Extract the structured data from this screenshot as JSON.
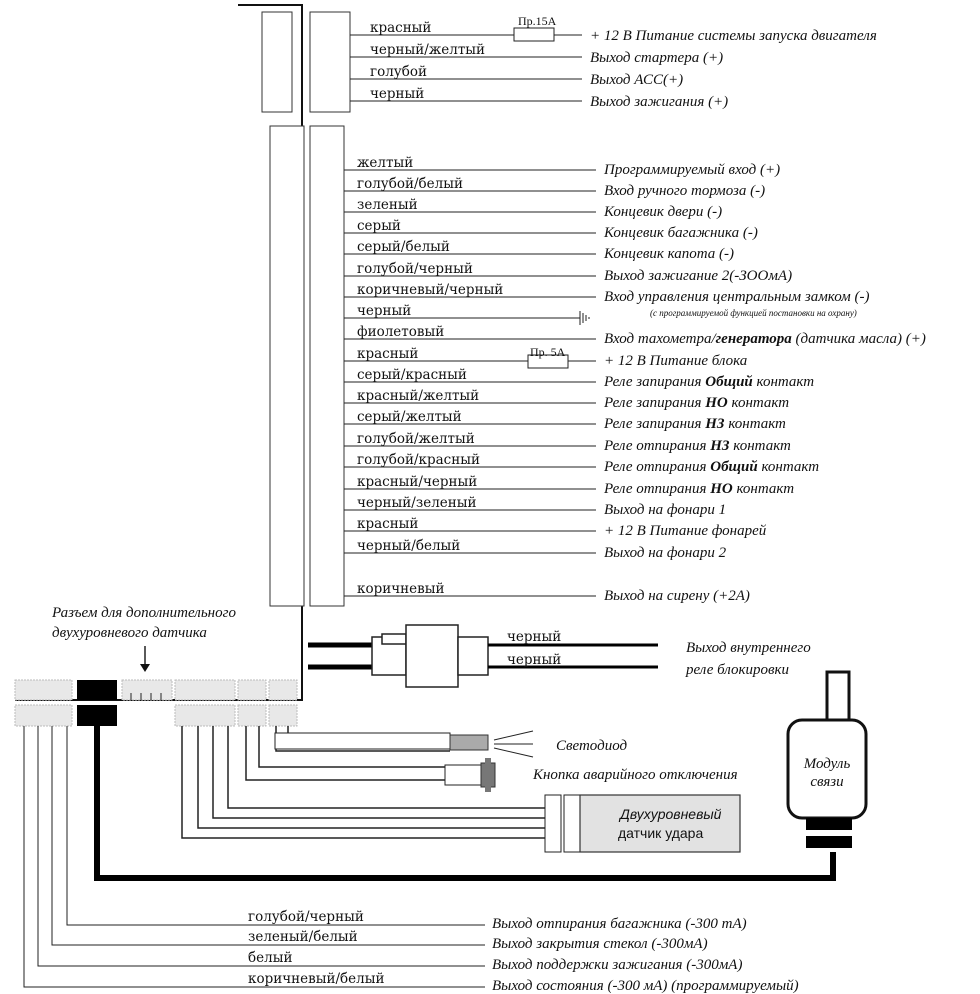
{
  "top_group": {
    "wires": [
      {
        "color": "красный",
        "description": "+ 12 В Питание системы запуска двигателя",
        "fuse": "Пр.15А"
      },
      {
        "color": "черный/желтый",
        "description": "Выход стартера (+)"
      },
      {
        "color": "голубой",
        "description": "Выход  АСС(+)"
      },
      {
        "color": "черный",
        "description": "Выход зажигания (+)"
      }
    ]
  },
  "main_group": {
    "wires": [
      {
        "color": "желтый",
        "description": [
          {
            "t": "Программируемый вход (+)"
          }
        ]
      },
      {
        "color": "голубой/белый",
        "description": [
          {
            "t": "Вход ручного тормоза (-)"
          }
        ]
      },
      {
        "color": "зеленый",
        "description": [
          {
            "t": "Концевик двери (-)"
          }
        ]
      },
      {
        "color": "серый",
        "description": [
          {
            "t": "Концевик багажника (-)"
          }
        ]
      },
      {
        "color": "серый/белый",
        "description": [
          {
            "t": "Концевик капота (-)"
          }
        ]
      },
      {
        "color": "голубой/черный",
        "description": [
          {
            "t": "Выход зажигание 2(-ЗООмА)"
          }
        ]
      },
      {
        "color": "коричневый/черный",
        "description": [
          {
            "t": "Вход управления центральным замком (-)"
          }
        ],
        "note": "(с программируемой функцией постановки на охрану)"
      },
      {
        "color": "черный",
        "description": [],
        "ground": true
      },
      {
        "color": "фиолетовый",
        "description": [
          {
            "t": "Вход тахометра/"
          },
          {
            "t": "генератора",
            "b": true
          },
          {
            "t": " (датчика масла) (+)"
          }
        ]
      },
      {
        "color": "красный",
        "description": [
          {
            "t": "+ 12 В Питание блока"
          }
        ],
        "fuse": "Пр. 5А"
      },
      {
        "color": "серый/красный",
        "description": [
          {
            "t": "Реле запирания "
          },
          {
            "t": "Общий",
            "b": true
          },
          {
            "t": " контакт"
          }
        ]
      },
      {
        "color": "красный/желтый",
        "description": [
          {
            "t": "Реле запирания "
          },
          {
            "t": "НО",
            "b": true
          },
          {
            "t": " контакт"
          }
        ]
      },
      {
        "color": "серый/желтый",
        "description": [
          {
            "t": "Реле запирания "
          },
          {
            "t": "НЗ",
            "b": true
          },
          {
            "t": " контакт"
          }
        ]
      },
      {
        "color": "голубой/желтый",
        "description": [
          {
            "t": "Реле отпирания "
          },
          {
            "t": "НЗ",
            "b": true
          },
          {
            "t": " контакт"
          }
        ]
      },
      {
        "color": "голубой/красный",
        "description": [
          {
            "t": "Реле отпирания "
          },
          {
            "t": "Общий",
            "b": true
          },
          {
            "t": " контакт"
          }
        ]
      },
      {
        "color": "красный/черный",
        "description": [
          {
            "t": "Реле отпирания "
          },
          {
            "t": "НО",
            "b": true
          },
          {
            "t": " контакт"
          }
        ]
      },
      {
        "color": "черный/зеленый",
        "description": [
          {
            "t": "Выход на фонари 1"
          }
        ]
      },
      {
        "color": "красный",
        "description": [
          {
            "t": "+ 12 В Питание фонарей"
          }
        ]
      },
      {
        "color": "черный/белый",
        "description": [
          {
            "t": "Выход на фонари 2"
          }
        ]
      },
      {
        "color": "коричневый",
        "description": [
          {
            "t": "Выход на сирену (+2А)"
          }
        ]
      }
    ]
  },
  "relay": {
    "wires": [
      "черный",
      "черный"
    ],
    "description_line1": "Выход внутреннего",
    "description_line2": "реле блокировки"
  },
  "aux_connector": {
    "line1": "Разъем для дополнительного",
    "line2": "двухуровневого датчика"
  },
  "peripherals": {
    "led": "Светодиод",
    "button": "Кнопка аварийного отключения",
    "shock_sensor_line1": "Двухуровневый",
    "shock_sensor_line2": "датчик удара",
    "module_line1": "Модуль",
    "module_line2": "связи"
  },
  "bottom_group": {
    "wires": [
      {
        "color": "голубой/черный",
        "description": "Выход отпирания багажника (-300 тА)"
      },
      {
        "color": "зеленый/белый",
        "description": "Выход закрытия стекол (-300мА)"
      },
      {
        "color": "белый",
        "description": "Выход поддержки зажигания (-300мА)"
      },
      {
        "color": "коричневый/белый",
        "description": "Выход состояния (-300 мА) (программируемый)"
      }
    ]
  }
}
